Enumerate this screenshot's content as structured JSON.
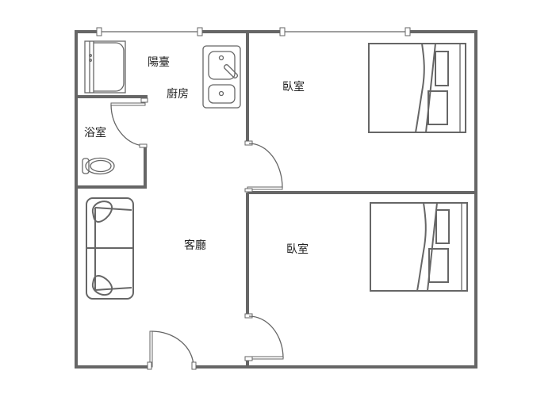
{
  "rooms": {
    "balcony": "陽臺",
    "kitchen": "廚房",
    "bathroom": "浴室",
    "bedroom_1": "臥室",
    "living_room": "客廳",
    "bedroom_2": "臥室"
  },
  "colors": {
    "wall": "#666666",
    "background": "#ffffff"
  }
}
